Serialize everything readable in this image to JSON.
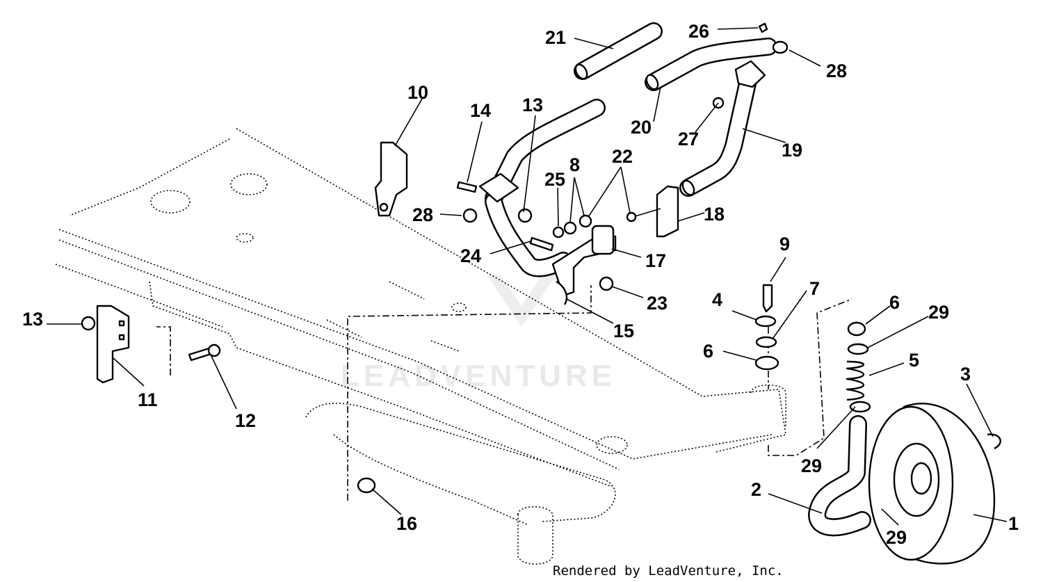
{
  "watermark": "LEADVENTURE",
  "credit": "Rendered by LeadVenture, Inc.",
  "callouts": [
    "21",
    "26",
    "28",
    "10",
    "14",
    "13",
    "20",
    "27",
    "19",
    "25",
    "8",
    "22",
    "18",
    "28",
    "24",
    "17",
    "9",
    "23",
    "15",
    "4",
    "7",
    "6",
    "29",
    "13",
    "6",
    "5",
    "11",
    "12",
    "3",
    "29",
    "2",
    "16",
    "29",
    "1"
  ]
}
